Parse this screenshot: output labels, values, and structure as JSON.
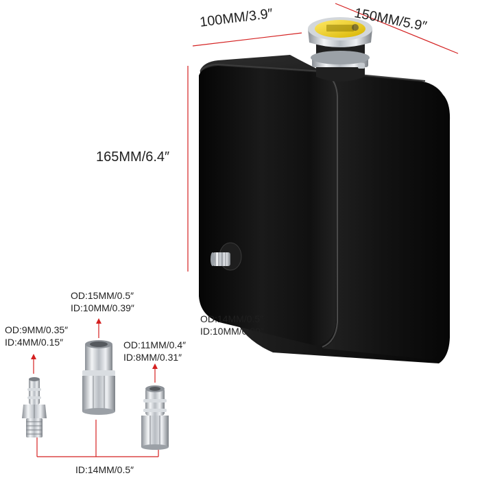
{
  "dimensions": {
    "width": "100MM/3.9″",
    "depth": "150MM/5.9″",
    "height": "165MM/6.4″"
  },
  "outlet": {
    "od": "OD:14MM/0.5″",
    "id": "ID:10MM/0.39″"
  },
  "fittings": {
    "small": {
      "od": "OD:9MM/0.35″",
      "id": "ID:4MM/0.15″"
    },
    "large": {
      "od": "OD:15MM/0.5″",
      "id": "ID:10MM/0.39″"
    },
    "medium": {
      "od": "OD:11MM/0.4″",
      "id": "ID:8MM/0.31″"
    },
    "thread": "ID:14MM/0.5″"
  },
  "colors": {
    "dimension_line": "#d42020",
    "tank_body": "#131313",
    "cap_yellow": "#f2d21a",
    "chrome": "#c9cdd2"
  }
}
